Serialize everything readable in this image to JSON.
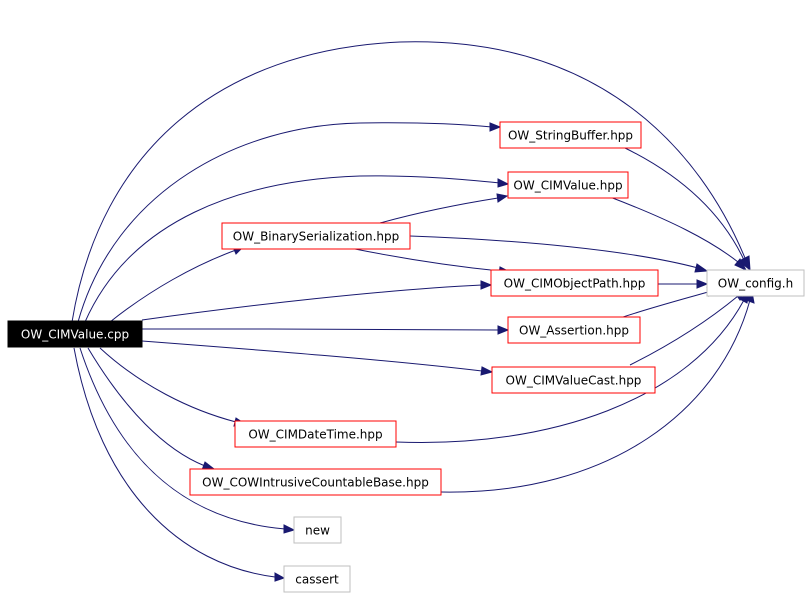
{
  "colors": {
    "root_fill": "#000000",
    "root_text": "#ffffff",
    "doc_border": "#ff0000",
    "ext_border": "#bfbfbf",
    "edge": "#191970"
  },
  "nodes": [
    {
      "id": "n0",
      "label": "OW_CIMValue.cpp",
      "kind": "root"
    },
    {
      "id": "n1",
      "label": "OW_StringBuffer.hpp",
      "kind": "documented"
    },
    {
      "id": "n2",
      "label": "OW_CIMValue.hpp",
      "kind": "documented"
    },
    {
      "id": "n3",
      "label": "OW_BinarySerialization.hpp",
      "kind": "documented"
    },
    {
      "id": "n4",
      "label": "OW_CIMObjectPath.hpp",
      "kind": "documented"
    },
    {
      "id": "n5",
      "label": "OW_config.h",
      "kind": "external"
    },
    {
      "id": "n6",
      "label": "OW_Assertion.hpp",
      "kind": "documented"
    },
    {
      "id": "n7",
      "label": "OW_CIMValueCast.hpp",
      "kind": "documented"
    },
    {
      "id": "n8",
      "label": "OW_CIMDateTime.hpp",
      "kind": "documented"
    },
    {
      "id": "n9",
      "label": "OW_COWIntrusiveCountableBase.hpp",
      "kind": "documented"
    },
    {
      "id": "n10",
      "label": "new",
      "kind": "external"
    },
    {
      "id": "n11",
      "label": "cassert",
      "kind": "external"
    }
  ],
  "edges": [
    {
      "from": "OW_CIMValue.cpp",
      "to": "OW_config.h"
    },
    {
      "from": "OW_CIMValue.cpp",
      "to": "OW_StringBuffer.hpp"
    },
    {
      "from": "OW_CIMValue.cpp",
      "to": "OW_CIMValue.hpp"
    },
    {
      "from": "OW_CIMValue.cpp",
      "to": "OW_BinarySerialization.hpp"
    },
    {
      "from": "OW_CIMValue.cpp",
      "to": "OW_CIMObjectPath.hpp"
    },
    {
      "from": "OW_CIMValue.cpp",
      "to": "OW_Assertion.hpp"
    },
    {
      "from": "OW_CIMValue.cpp",
      "to": "OW_CIMValueCast.hpp"
    },
    {
      "from": "OW_CIMValue.cpp",
      "to": "OW_CIMDateTime.hpp"
    },
    {
      "from": "OW_CIMValue.cpp",
      "to": "OW_COWIntrusiveCountableBase.hpp"
    },
    {
      "from": "OW_CIMValue.cpp",
      "to": "new"
    },
    {
      "from": "OW_CIMValue.cpp",
      "to": "cassert"
    },
    {
      "from": "OW_StringBuffer.hpp",
      "to": "OW_config.h"
    },
    {
      "from": "OW_CIMValue.hpp",
      "to": "OW_config.h"
    },
    {
      "from": "OW_BinarySerialization.hpp",
      "to": "OW_CIMValue.hpp"
    },
    {
      "from": "OW_BinarySerialization.hpp",
      "to": "OW_config.h"
    },
    {
      "from": "OW_BinarySerialization.hpp",
      "to": "OW_CIMObjectPath.hpp"
    },
    {
      "from": "OW_CIMObjectPath.hpp",
      "to": "OW_config.h"
    },
    {
      "from": "OW_Assertion.hpp",
      "to": "OW_config.h"
    },
    {
      "from": "OW_CIMValueCast.hpp",
      "to": "OW_config.h"
    },
    {
      "from": "OW_CIMDateTime.hpp",
      "to": "OW_config.h"
    },
    {
      "from": "OW_COWIntrusiveCountableBase.hpp",
      "to": "OW_config.h"
    }
  ]
}
